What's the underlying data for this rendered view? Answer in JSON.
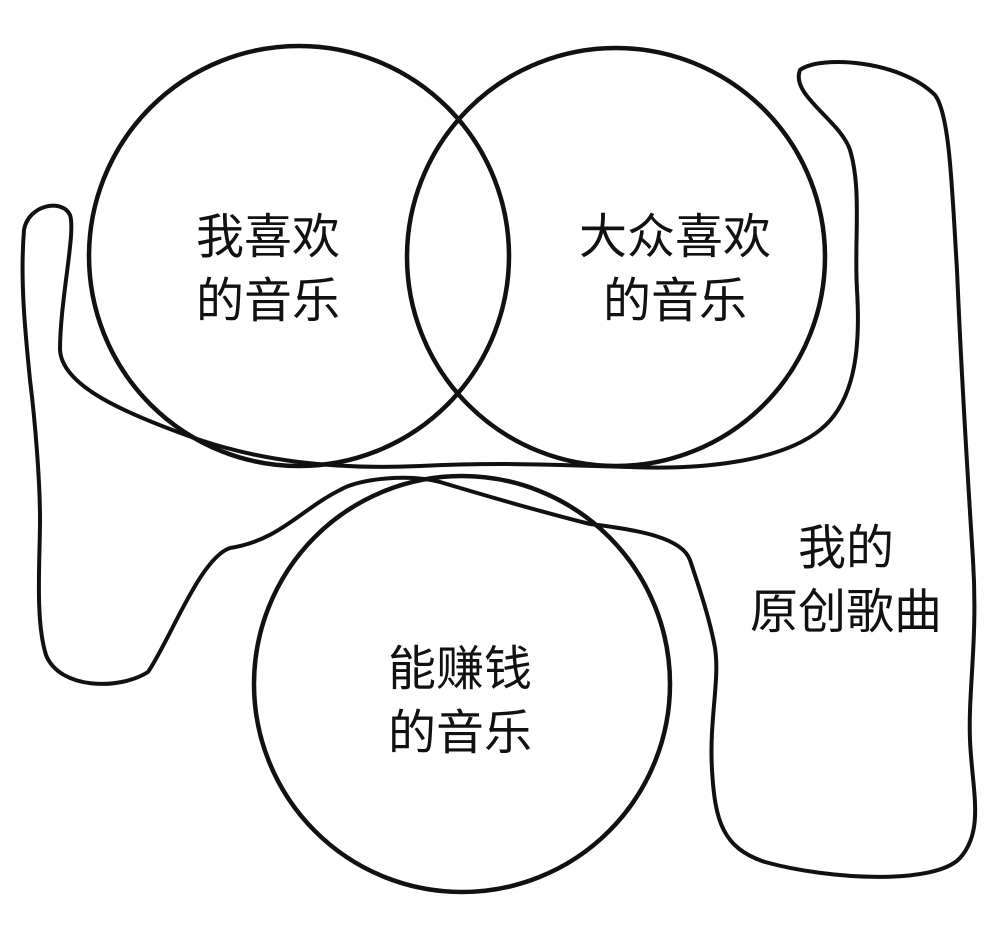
{
  "diagram": {
    "labels": {
      "i_like": {
        "line1": "我喜欢",
        "line2": "的音乐"
      },
      "public_likes": {
        "line1": "大众喜欢",
        "line2": "的音乐"
      },
      "makes_money": {
        "line1": "能赚钱",
        "line2": "的音乐"
      },
      "my_originals": {
        "line1": "我的",
        "line2": "原创歌曲"
      }
    },
    "colors": {
      "stroke": "#111111",
      "background": "#ffffff"
    }
  }
}
